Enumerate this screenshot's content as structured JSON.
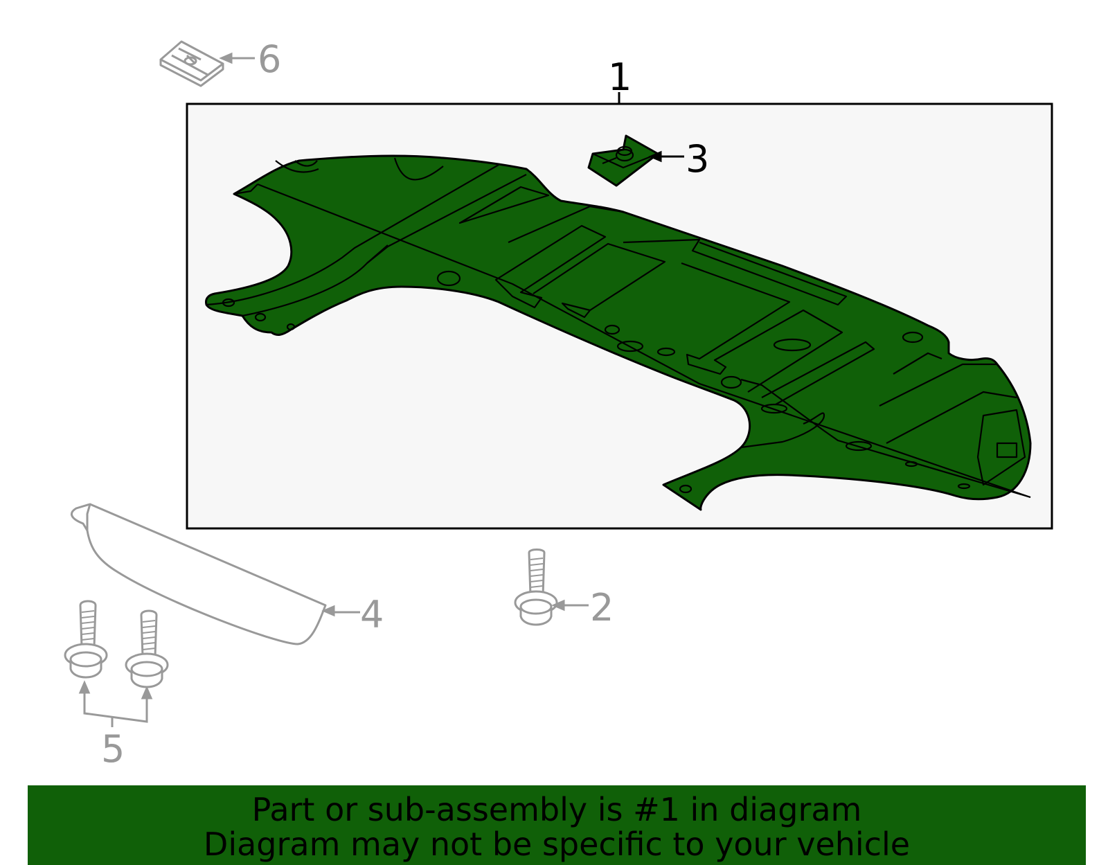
{
  "callouts": {
    "c1": "1",
    "c2": "2",
    "c3": "3",
    "c4": "4",
    "c5": "5",
    "c6": "6"
  },
  "banner": {
    "line1": "Part or sub-assembly is #1 in diagram",
    "line2": "Diagram may not be specific to your vehicle"
  },
  "colors": {
    "highlight_fill": "#106008",
    "inactive_part": "#999999",
    "frame_background": "#f7f7f7",
    "banner_background": "#106008"
  },
  "icons": {
    "part_1": "splash-shield-icon",
    "part_2": "bolt-icon",
    "part_3": "clip-nut-icon",
    "part_4": "deflector-icon",
    "part_5": "bolt-pair-icon",
    "part_6": "clip-icon"
  }
}
